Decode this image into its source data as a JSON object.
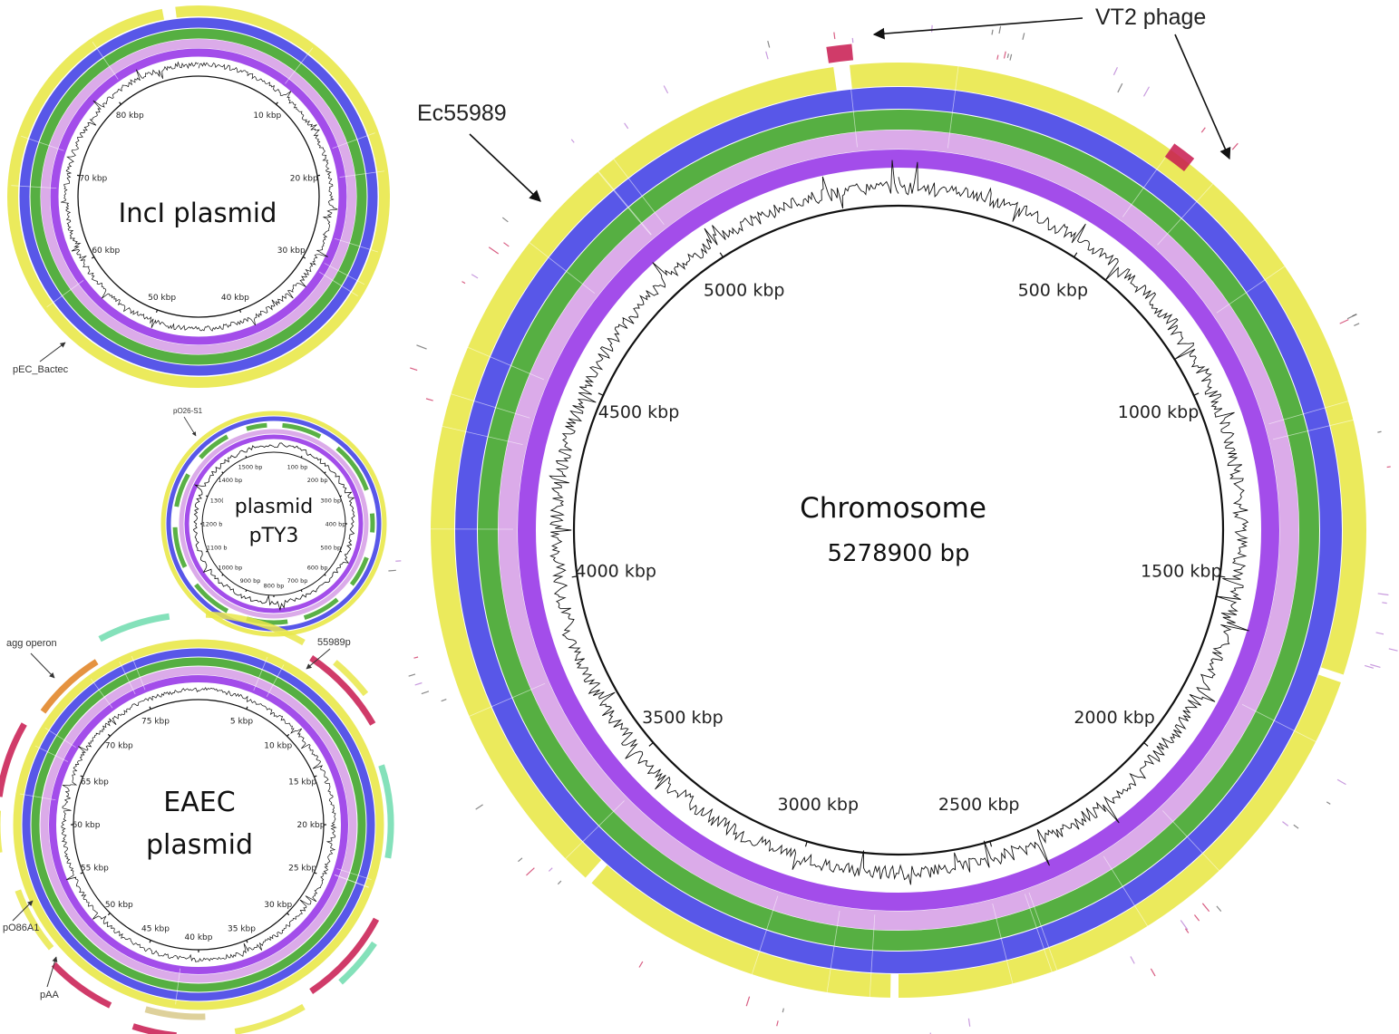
{
  "colors": {
    "yellow": "#e9e84a",
    "blue": "#4a49e6",
    "green": "#48a832",
    "lilac": "#d9a6e8",
    "purple": "#9b3ee8",
    "red": "#c8194f",
    "teal": "#6fdcae",
    "orange": "#e0801e",
    "tan": "#d8c98a",
    "skeleton": "#111111"
  },
  "annotations": {
    "vt2_phage": "VT2 phage",
    "ec55989": "Ec55989",
    "pec_bactec": "pEC_Bactec",
    "po26_s1": "pO26-S1",
    "agg_operon": "agg operon",
    "ep55989p": "55989p",
    "po86a1": "pO86A1",
    "paa": "pAA"
  },
  "chromosome": {
    "title": "Chromosome",
    "size": "5278900 bp",
    "ticks": [
      "500 kbp",
      "1000 kbp",
      "1500 kbp",
      "2000 kbp",
      "2500 kbp",
      "3000 kbp",
      "3500 kbp",
      "4000 kbp",
      "4500 kbp",
      "5000 kbp"
    ]
  },
  "incl_plasmid": {
    "title": "IncI plasmid",
    "ticks": [
      "10 kbp",
      "20 kbp",
      "30 kbp",
      "40 kbp",
      "50 kbp",
      "60 kbp",
      "70 kbp",
      "80 kbp"
    ]
  },
  "pty3_plasmid": {
    "title_line1": "plasmid",
    "title_line2": "pTY3",
    "ticks": [
      "100 bp",
      "200 bp",
      "300 bp",
      "400 bp",
      "500 bp",
      "600 bp",
      "700 bp",
      "800 bp",
      "900 bp",
      "1000 bp",
      "1100 b",
      "1200 b",
      "130(",
      "1400 bp",
      "1500 bp"
    ]
  },
  "eaec_plasmid": {
    "title_line1": "EAEC",
    "title_line2": "plasmid",
    "ticks": [
      "5 kbp",
      "10 kbp",
      "15 kbp",
      "20 kbp",
      "25 kbp",
      "30 kbp",
      "35 kbp",
      "40 kbp",
      "45 kbp",
      "50 kbp",
      "55 kbp",
      "60 kbp",
      "65 kbp",
      "70 kbp",
      "75 kbp"
    ]
  }
}
